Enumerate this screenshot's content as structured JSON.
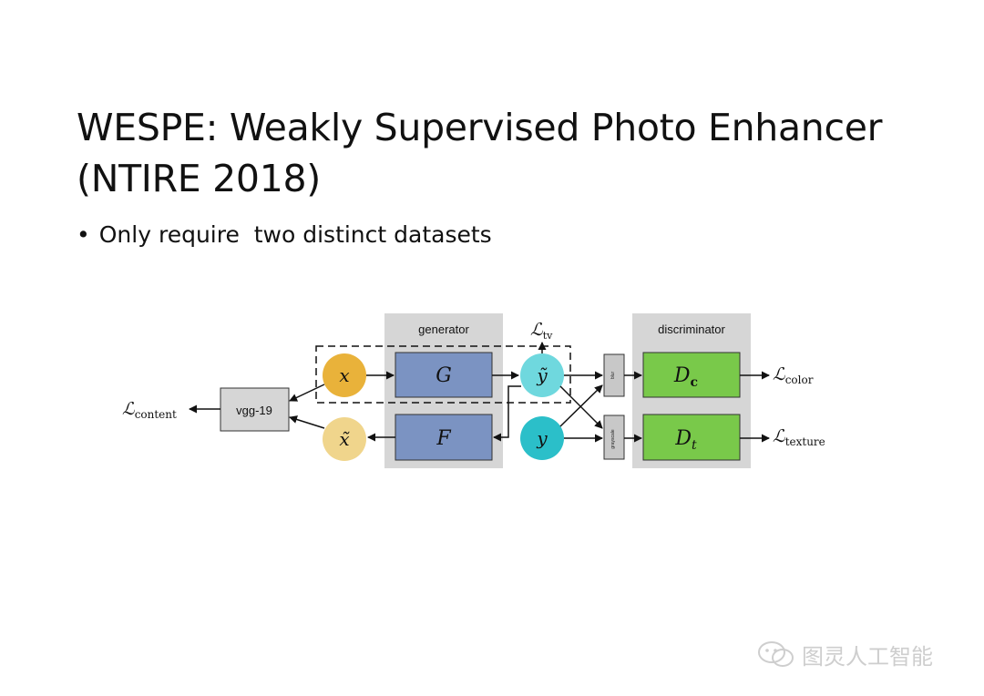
{
  "slide": {
    "title_line1": "WESPE: Weakly Supervised Photo Enhancer",
    "title_line2": "(NTIRE 2018)",
    "bullet_marker": "•",
    "bullet_text": "Only require  two distinct datasets"
  },
  "diagram": {
    "generator_label": "generator",
    "discriminator_label": "discriminator",
    "vgg_label": "vgg-19",
    "node_x": "x",
    "node_x_tilde": "x̃",
    "node_y_tilde": "ỹ",
    "node_y": "y",
    "block_G": "G",
    "block_F": "F",
    "block_Dc": "D",
    "block_Dc_sub": "c",
    "block_Dt": "D",
    "block_Dt_sub": "t",
    "blur_label": "blur",
    "grayscale_label": "grayscale",
    "loss_tv": "ℒ",
    "loss_tv_sub": "tv",
    "loss_content": "ℒ",
    "loss_content_sub": "content",
    "loss_color": "ℒ",
    "loss_color_sub": "color",
    "loss_texture": "ℒ",
    "loss_texture_sub": "texture"
  },
  "watermark": {
    "text": "图灵人工智能"
  },
  "colors": {
    "panel_gray": "#d6d6d6",
    "generator_blue": "#7b93c2",
    "discriminator_green": "#79c94a",
    "x_orange": "#e9b23a",
    "x_tilde_light": "#f0d58c",
    "y_cyan": "#2bbfc9",
    "y_tilde_light": "#6fd8de"
  }
}
